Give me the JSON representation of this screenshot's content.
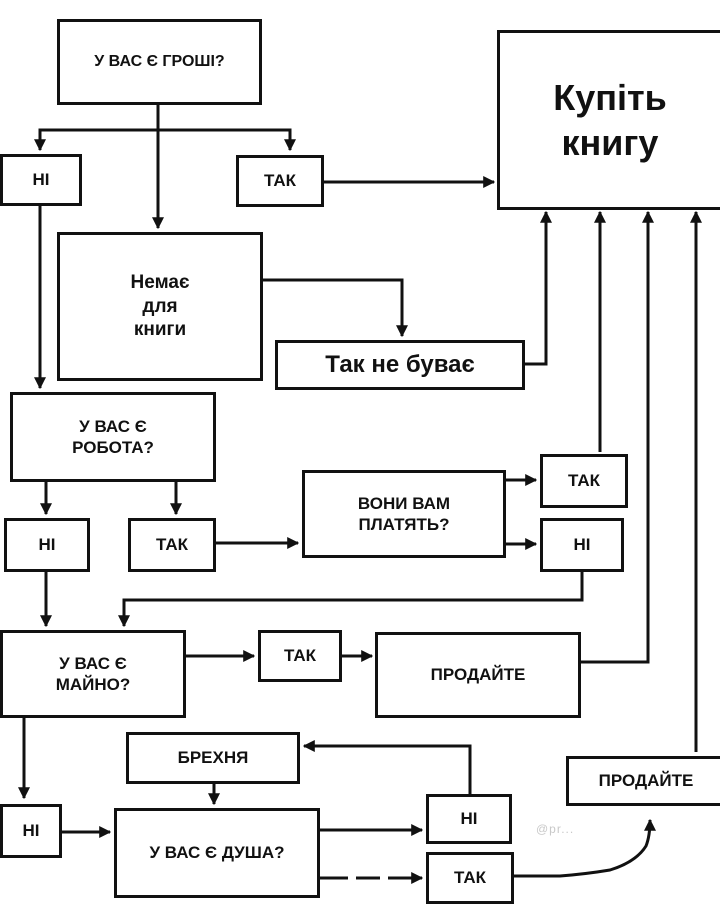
{
  "boxes": {
    "money_question": "У ВАС Є ГРОШІ?",
    "buy_book": "Купіть\nкнигу",
    "no_1": "НІ",
    "yes_1": "ТАК",
    "no_money_for_book": "Немає\nдля\nкниги",
    "doesnt_happen": "Так не буває",
    "job_question": "У ВАС Є\nРОБОТА?",
    "no_2": "НІ",
    "yes_2": "ТАК",
    "paid_question": "ВОНИ ВАМ\nПЛАТЯТЬ?",
    "yes_3": "ТАК",
    "no_3": "НІ",
    "property_question": "У ВАС Є\nМАЙНО?",
    "yes_4": "ТАК",
    "sell_1": "ПРОДАЙТЕ",
    "lie": "БРЕХНЯ",
    "sell_2": "ПРОДАЙТЕ",
    "no_4": "НІ",
    "soul_question": "У ВАС Є ДУША?",
    "no_5": "НІ",
    "yes_5": "ТАК"
  },
  "watermark": "@pr...",
  "colors": {
    "line": "#111111",
    "background": "#ffffff"
  }
}
